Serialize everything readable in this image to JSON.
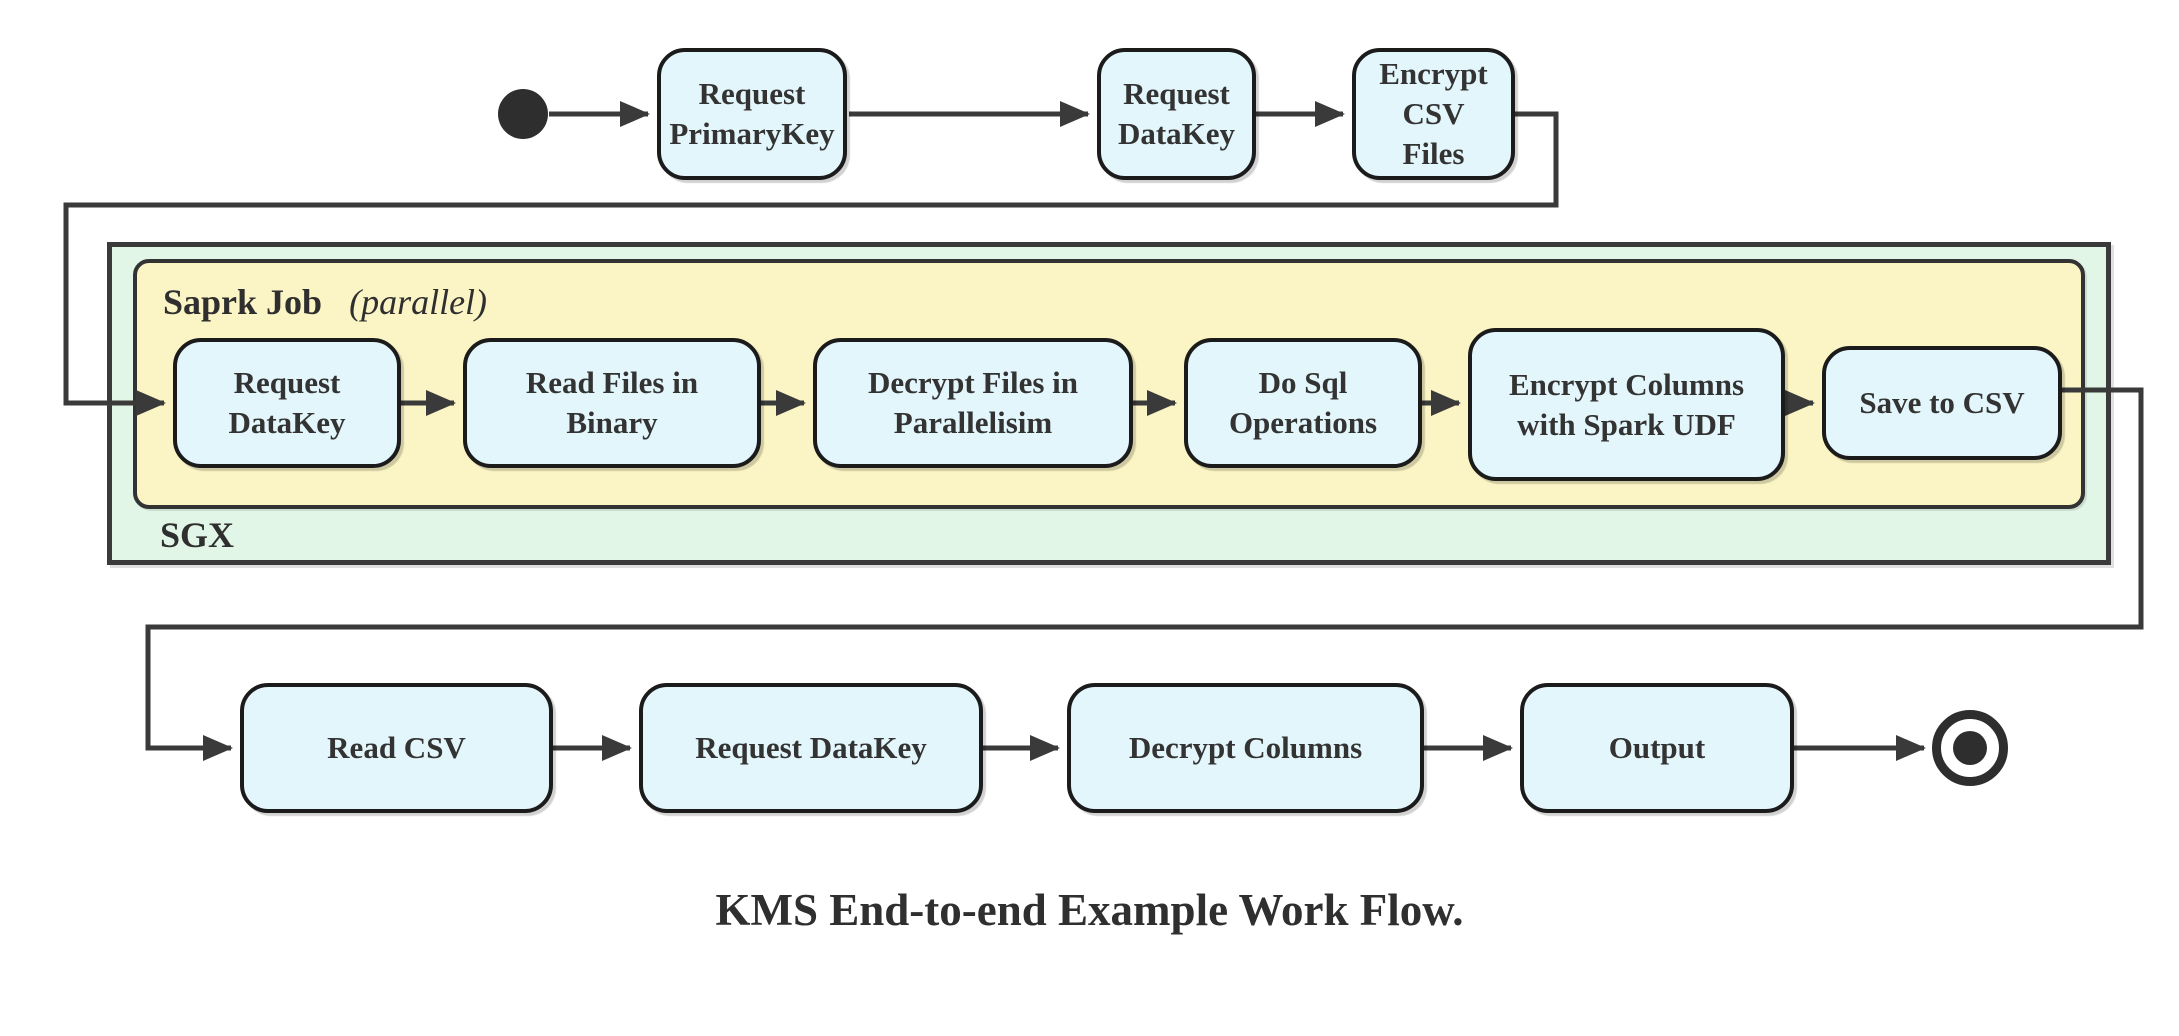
{
  "caption": "KMS End-to-end Example Work Flow.",
  "containers": {
    "sgx_label": "SGX",
    "spark_label_bold": "Saprk Job",
    "spark_label_italic": "(parallel)"
  },
  "nodes": {
    "top": [
      {
        "label": "Request PrimaryKey"
      },
      {
        "label": "Request DataKey"
      },
      {
        "label": "Encrypt CSV Files"
      }
    ],
    "sgx": [
      {
        "label": "Request DataKey"
      },
      {
        "label": "Read Files in Binary"
      },
      {
        "label": "Decrypt Files in Parallelisim"
      },
      {
        "label": "Do Sql Operations"
      },
      {
        "label": "Encrypt Columns with Spark UDF"
      },
      {
        "label": "Save to CSV"
      }
    ],
    "bottom": [
      {
        "label": "Read CSV"
      },
      {
        "label": "Request DataKey"
      },
      {
        "label": "Decrypt Columns"
      },
      {
        "label": "Output"
      }
    ]
  },
  "colors": {
    "node_fill": "#e3f6fb",
    "node_border": "#1b1b1b",
    "sgx_fill": "#e1f6e6",
    "spark_fill": "#fbf4c4",
    "line": "#3a3a3a",
    "text": "#333333"
  }
}
